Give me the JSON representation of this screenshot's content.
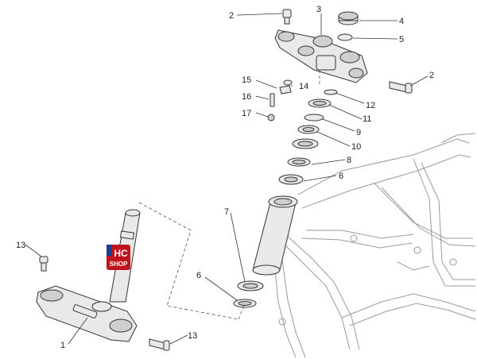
{
  "callouts": {
    "c2_top": "2",
    "c3": "3",
    "c4": "4",
    "c5": "5",
    "c2_right": "2",
    "c15": "15",
    "c14": "14",
    "c16": "16",
    "c12": "12",
    "c11": "11",
    "c17": "17",
    "c9": "9",
    "c10": "10",
    "c8": "8",
    "c6_upper": "6",
    "c7": "7",
    "c13_left": "13",
    "c6_lower": "6",
    "c1": "1",
    "c13_bottom": "13"
  },
  "logo": {
    "line1": "HC",
    "line2": "SHOP"
  },
  "colors": {
    "line": "#333333",
    "frame": "#9a9a9a",
    "logo_bg": "#c0141c",
    "logo_flag": "#1a3b8f"
  }
}
